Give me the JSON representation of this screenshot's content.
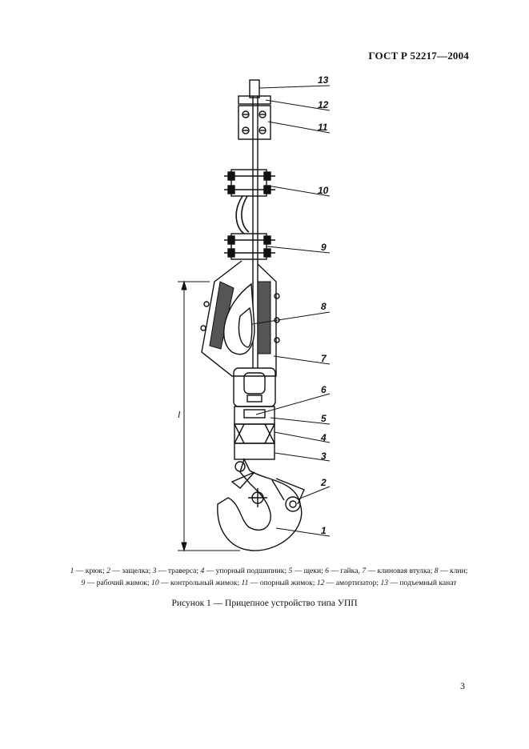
{
  "header": {
    "standard": "ГОСТ Р 52217—2004"
  },
  "figure": {
    "dimension_label": "l",
    "callouts": [
      "1",
      "2",
      "3",
      "4",
      "5",
      "6",
      "7",
      "8",
      "9",
      "10",
      "11",
      "12",
      "13"
    ]
  },
  "legend": [
    {
      "num": "1",
      "text": " — крюк; "
    },
    {
      "num": "2",
      "text": " — защелка; "
    },
    {
      "num": "3",
      "text": " — траверса; "
    },
    {
      "num": "4",
      "text": " — упорный подшипник; "
    },
    {
      "num": "5",
      "text": " — щеки; "
    },
    {
      "num": "6",
      "text": " — гайка, "
    },
    {
      "num": "7",
      "text": " — клиновая втулка; "
    },
    {
      "num": "8",
      "text": " — клин; "
    },
    {
      "num": "9",
      "text": " — рабочий жимок; "
    },
    {
      "num": "10",
      "text": " — контрольный жимок; "
    },
    {
      "num": "11",
      "text": " — опорный жимок; "
    },
    {
      "num": "12",
      "text": " — амортизатор; "
    },
    {
      "num": "13",
      "text": " — подъемный канат"
    }
  ],
  "caption": "Рисунок 1 — Прицепное устройство типа УПП",
  "page_number": "3"
}
